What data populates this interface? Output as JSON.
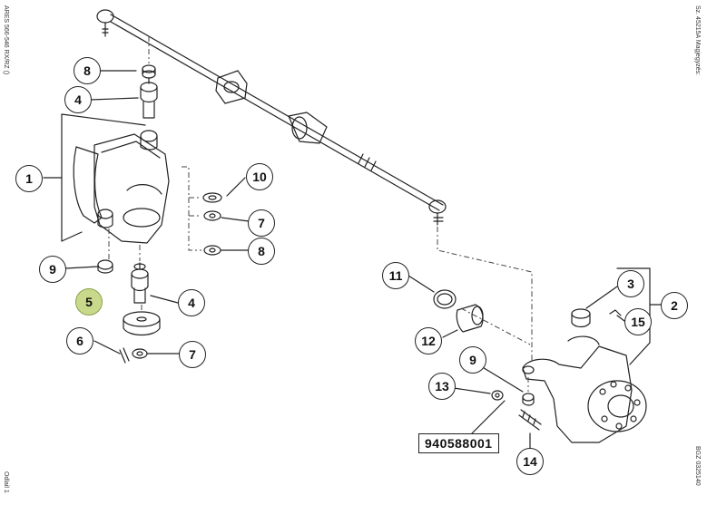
{
  "margin_texts": {
    "left_top": "ARES 566-546 RX/RZ ()",
    "left_bottom": "Odlail 1",
    "right_top": "Sz. 45215A  Magjegyzés:",
    "right_bottom": "BGZ 0325140"
  },
  "callouts": [
    {
      "id": "c8a",
      "label": "8"
    },
    {
      "id": "c4a",
      "label": "4"
    },
    {
      "id": "c1",
      "label": "1"
    },
    {
      "id": "c10",
      "label": "10"
    },
    {
      "id": "c7a",
      "label": "7"
    },
    {
      "id": "c8b",
      "label": "8"
    },
    {
      "id": "c9a",
      "label": "9"
    },
    {
      "id": "c5",
      "label": "5",
      "highlight": true
    },
    {
      "id": "c4b",
      "label": "4"
    },
    {
      "id": "c6",
      "label": "6"
    },
    {
      "id": "c7b",
      "label": "7"
    },
    {
      "id": "c11",
      "label": "11"
    },
    {
      "id": "c12",
      "label": "12"
    },
    {
      "id": "c3",
      "label": "3"
    },
    {
      "id": "c2",
      "label": "2"
    },
    {
      "id": "c15",
      "label": "15"
    },
    {
      "id": "c9b",
      "label": "9"
    },
    {
      "id": "c13",
      "label": "13"
    },
    {
      "id": "c14",
      "label": "14"
    }
  ],
  "part_number": "940588001",
  "colors": {
    "highlight": "#c8d98c",
    "line": "#222222"
  }
}
